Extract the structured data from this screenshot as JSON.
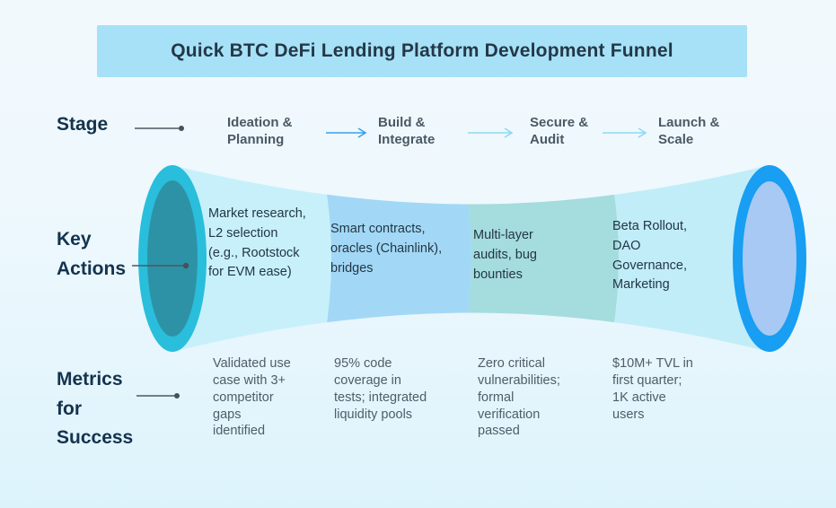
{
  "title": "Quick BTC DeFi Lending Platform Development Funnel",
  "row_labels": {
    "stage": "Stage",
    "key_actions": "Key Actions",
    "metrics": "Metrics for Success"
  },
  "stages": [
    {
      "label": "Ideation & Planning",
      "action": "Market research, L2 selection (e.g., Rootstock for EVM ease)",
      "metric": "Validated use case with 3+ competitor gaps identified"
    },
    {
      "label": "Build & Integrate",
      "action": "Smart contracts, oracles (Chainlink), bridges",
      "metric": "95% code coverage in tests; integrated liquidity pools"
    },
    {
      "label": "Secure & Audit",
      "action": "Multi-layer audits, bug bounties",
      "metric": "Zero critical vulnerabilities; formal verification passed"
    },
    {
      "label": "Launch & Scale",
      "action": "Beta Rollout, DAO Governance, Marketing",
      "metric": "$10M+ TVL in first quarter; 1K active users"
    }
  ],
  "colors": {
    "banner_bg": "#a7e1f7",
    "heading_text": "#243847",
    "row_label_text": "#14334e",
    "stage_label_text": "#4b5964",
    "body_text": "#223645",
    "metric_text": "#4e5d68",
    "arrow_blue": "#3aa1e9",
    "arrow_cyan": "#8ed9f0",
    "pointer": "#4d5860",
    "seg1": "#c8f0fb",
    "seg2": "#a2d8f6",
    "seg3": "#a5dcde",
    "seg4": "#c1edf8",
    "left_cap_outer": "#29bedb",
    "left_cap_inner": "#2e92a7",
    "right_cap_outer": "#189ef2",
    "right_cap_inner": "#a8c9f4"
  }
}
